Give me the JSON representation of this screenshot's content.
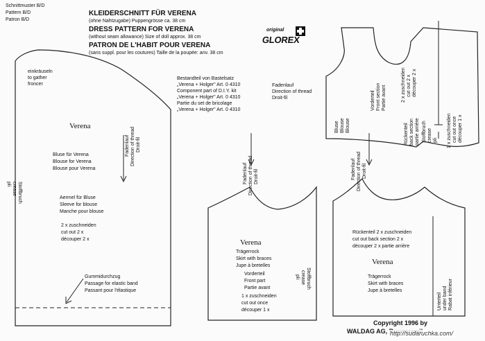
{
  "header_left": [
    "Schnittmuster B/D",
    "Pattern B/D",
    "Patron B/D"
  ],
  "titles": {
    "de": "KLEIDERSCHNITT FÜR VERENA",
    "de_sub": "(ohne Nahtzugabe) Puppengrösse ca. 38 cm",
    "en": "DRESS PATTERN FOR VERENA",
    "en_sub": "(without seam allowance)  Size of doll approx. 38 cm",
    "fr": "PATRON DE L'HABIT POUR VERENA",
    "fr_sub": "(sans suppl. pour les coutures) Taille de la poupée: anv. 38 cm"
  },
  "logo": {
    "original": "original",
    "brand": "GLOREX",
    "icon": "swiss-cross-icon"
  },
  "kit_info": [
    "Bestandteil von Bastelsatz",
    "„Verena + Holger\"  Art. 0 4310",
    "Component part of D.I.Y. kit",
    "„Verena + Holger\"  Art. 0 4310",
    "Partie du set de bricolage",
    "„Verena + Holger\"  Art. 0 4310"
  ],
  "fadenlauf": [
    "Fadenlauf",
    "Direction of thread",
    "Droit-fil"
  ],
  "fold": [
    "Stoffbruch",
    "crease",
    "pli"
  ],
  "blouse_piece": {
    "gather": [
      "einkräuseln",
      "to gather",
      "froncer"
    ],
    "name": "Verena",
    "title": [
      "Bluse für Verena",
      "Blouse for Verena",
      "Blouse pour Verena"
    ],
    "sleeve": [
      "Aermel für Bluse",
      "Sleeve for blouse",
      "Manche pour blouse"
    ],
    "cut": [
      "2 x zuschneiden",
      "cut out 2 x",
      "découper 2 x"
    ],
    "elastic": [
      "Gummidurchzug",
      "Passage for elastic band",
      "Passant pour l'élastique"
    ]
  },
  "skirt_front": {
    "name": "Verena",
    "lines": [
      "Trägerrock",
      "Skirt with braces",
      "Jupe à bretelles",
      "Vorderteil",
      "Front part",
      "Partie avant",
      "1 x zuschneiden",
      "cut out once",
      "découper 1 x"
    ]
  },
  "skirt_back": {
    "cut": [
      "Rückenteil 2 x zuschneiden",
      "cut out back section 2 x",
      "découper 2 x partie arrière"
    ],
    "name": "Verena",
    "lines": [
      "Trägerrock",
      "Skirt with braces",
      "Jupe à bretelles"
    ],
    "band": [
      "Unterteil",
      "under band",
      "Rabat inférieur"
    ]
  },
  "blouse_top": {
    "blouse": [
      "Bluse",
      "Blouse",
      "Blouse"
    ],
    "front": [
      "Vorderteil",
      "Front section",
      "Partie avant"
    ],
    "cut_front": [
      "2 x zuschneiden",
      "cut out 2 x",
      "découper 2 x"
    ],
    "back": [
      "Rückenteil",
      "back section",
      "partie arrière"
    ],
    "cut_back": [
      "1 x zuschneiden",
      "cut out once",
      "découper 1 x"
    ]
  },
  "copyright": [
    "Copyright 1996 by",
    "WALDAG AG, Rupperswil"
  ],
  "watermark": "http://sudaruchka.com/"
}
